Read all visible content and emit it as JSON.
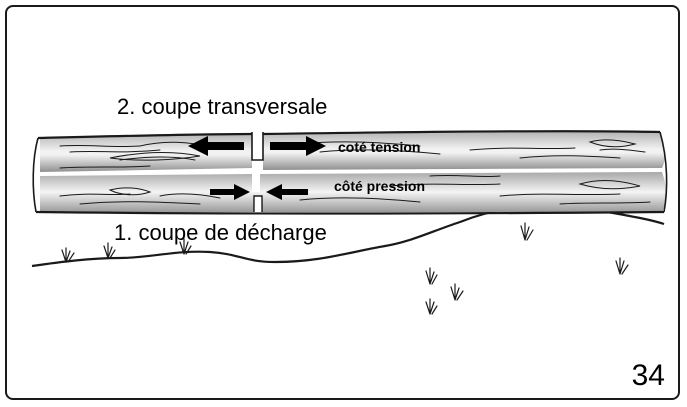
{
  "diagram": {
    "label_cut_transverse": "2. coupe transversale",
    "label_cut_relief": "1. coupe de décharge",
    "label_tension_side": "coté tension",
    "label_compression_side": "côté pression",
    "page_number": "34"
  },
  "colors": {
    "outline": "#1a1a1a",
    "log_shadow": "#9a9a9a",
    "log_light": "#ececec",
    "background": "#ffffff"
  }
}
